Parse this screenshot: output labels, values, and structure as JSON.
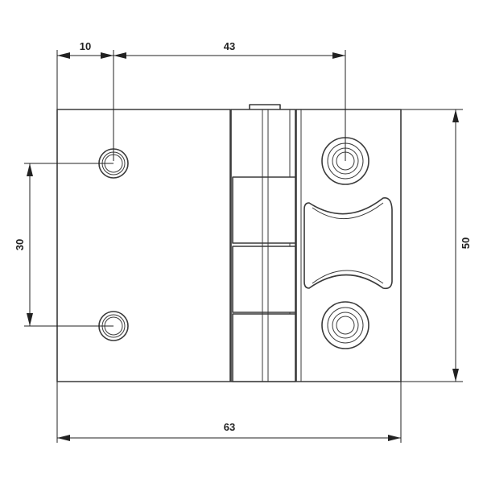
{
  "diagram": {
    "subject": "hinge-technical-drawing",
    "line_color": "#3a3a3a",
    "dimensions": {
      "hole_edge_offset": "10",
      "hole_spacing_horizontal": "43",
      "hole_spacing_vertical": "30",
      "overall_height": "50",
      "overall_width": "63"
    }
  }
}
